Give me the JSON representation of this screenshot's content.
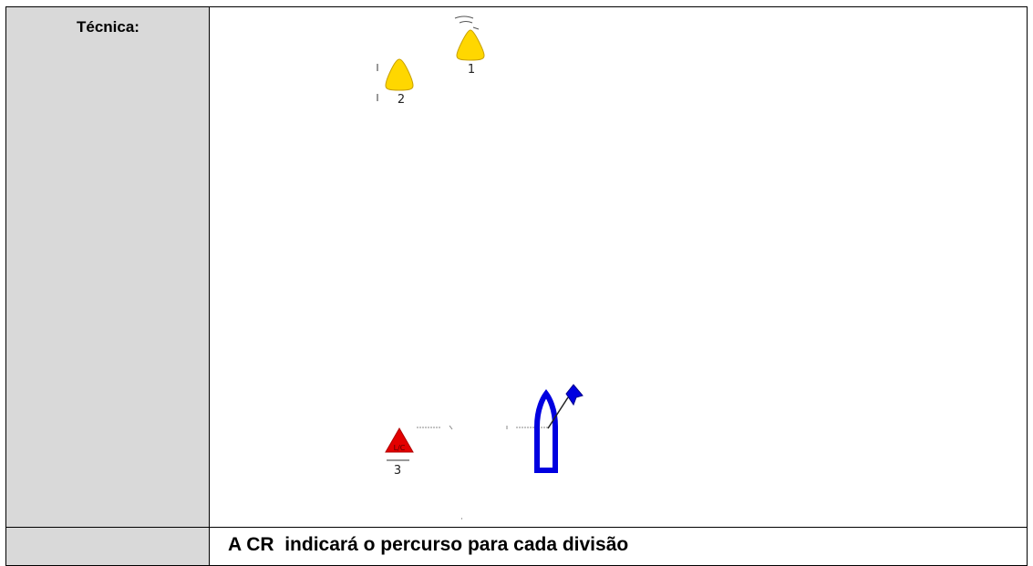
{
  "row1": {
    "label": "Técnica:"
  },
  "row2": {
    "note": "A CR  indicará o percurso para cada divisão"
  },
  "course": {
    "marks": [
      {
        "id": "1",
        "color": "#ffd700"
      },
      {
        "id": "2",
        "color": "#ffd700"
      },
      {
        "id": "3",
        "color": "#e30000",
        "inner": "L/C"
      }
    ],
    "committee_boat": {
      "color": "#0000e0"
    }
  }
}
